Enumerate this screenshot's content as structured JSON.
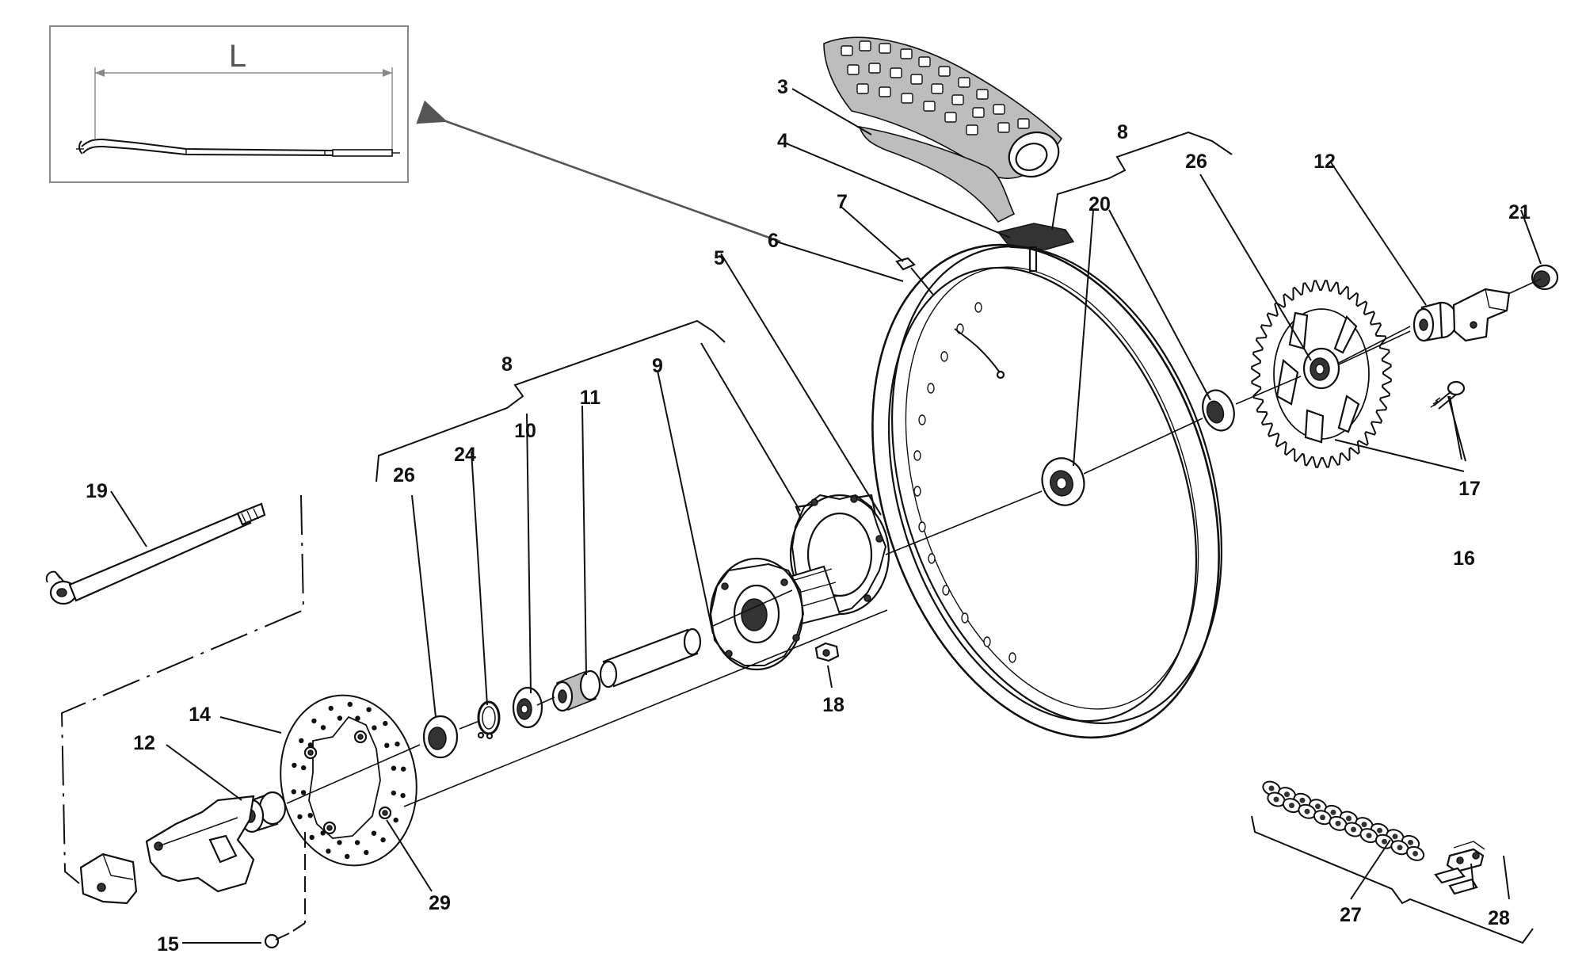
{
  "diagram": {
    "inset": {
      "dimension_label": "L"
    },
    "callouts": {
      "c3": "3",
      "c4": "4",
      "c5": "5",
      "c6": "6",
      "c7": "7",
      "c8_top": "8",
      "c8_left": "8",
      "c9": "9",
      "c10": "10",
      "c11": "11",
      "c12_right": "12",
      "c12_left": "12",
      "c14": "14",
      "c15": "15",
      "c16": "16",
      "c17": "17",
      "c18": "18",
      "c19": "19",
      "c20": "20",
      "c21": "21",
      "c24": "24",
      "c26_right": "26",
      "c26_left": "26",
      "c27": "27",
      "c28": "28",
      "c29": "29"
    },
    "colors": {
      "line": "#111111",
      "inset_border": "#888888",
      "arrow": "#555555",
      "tire_shade": "#bdbdbd"
    }
  }
}
